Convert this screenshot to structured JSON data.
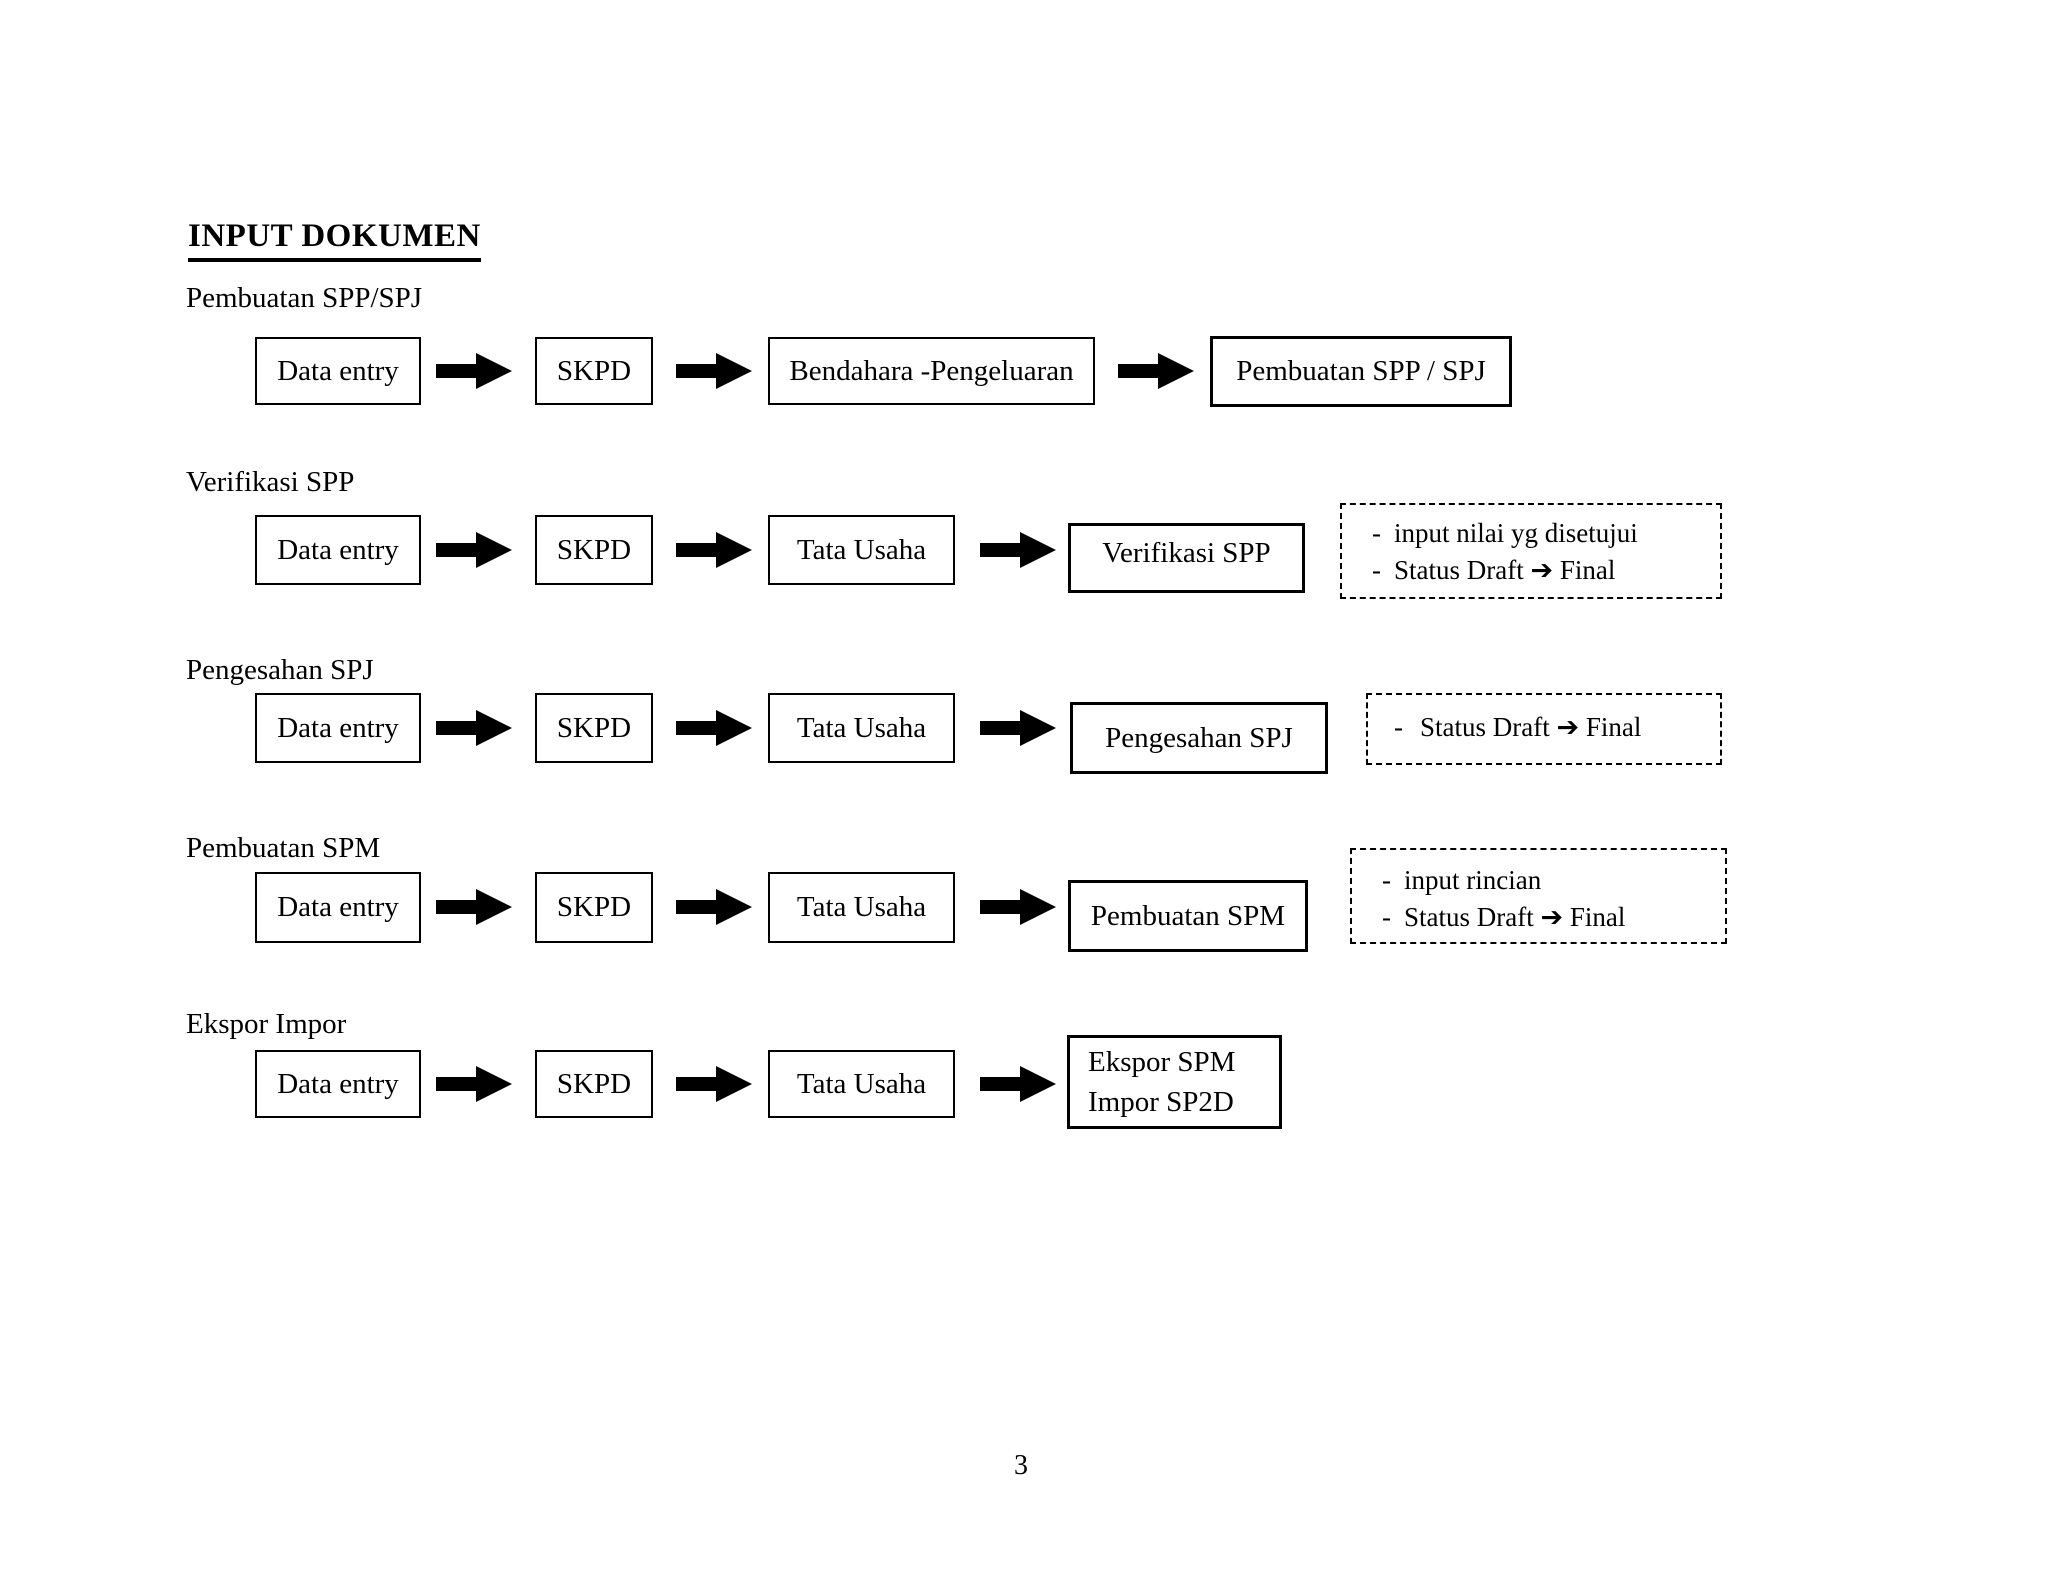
{
  "page": {
    "title": "INPUT DOKUMEN",
    "page_number": "3"
  },
  "colors": {
    "ink": "#000000",
    "paper": "#ffffff"
  },
  "icons": {
    "flow_arrow": "thick-right-arrow",
    "note_arrow_glyph": "➔"
  },
  "flows": [
    {
      "label": "Pembuatan SPP/SPJ",
      "steps": [
        "Data entry",
        "SKPD",
        "Bendahara -Pengeluaran"
      ],
      "result": {
        "lines": [
          "Pembuatan SPP / SPJ"
        ]
      },
      "notes": []
    },
    {
      "label": "Verifikasi SPP",
      "steps": [
        "Data entry",
        "SKPD",
        "Tata Usaha"
      ],
      "result": {
        "lines": [
          "Verifikasi SPP"
        ]
      },
      "notes": [
        "input nilai yg disetujui",
        "Status Draft ➔ Final"
      ]
    },
    {
      "label": "Pengesahan SPJ",
      "steps": [
        "Data entry",
        "SKPD",
        "Tata Usaha"
      ],
      "result": {
        "lines": [
          "Pengesahan SPJ"
        ]
      },
      "notes": [
        "Status Draft ➔ Final"
      ]
    },
    {
      "label": "Pembuatan SPM",
      "steps": [
        "Data entry",
        "SKPD",
        "Tata Usaha"
      ],
      "result": {
        "lines": [
          "Pembuatan SPM"
        ]
      },
      "notes": [
        "input rincian",
        "Status Draft ➔ Final"
      ]
    },
    {
      "label": "Ekspor Impor",
      "steps": [
        "Data entry",
        "SKPD",
        "Tata Usaha"
      ],
      "result": {
        "lines": [
          "Ekspor SPM",
          "Impor SP2D"
        ]
      },
      "notes": []
    }
  ]
}
